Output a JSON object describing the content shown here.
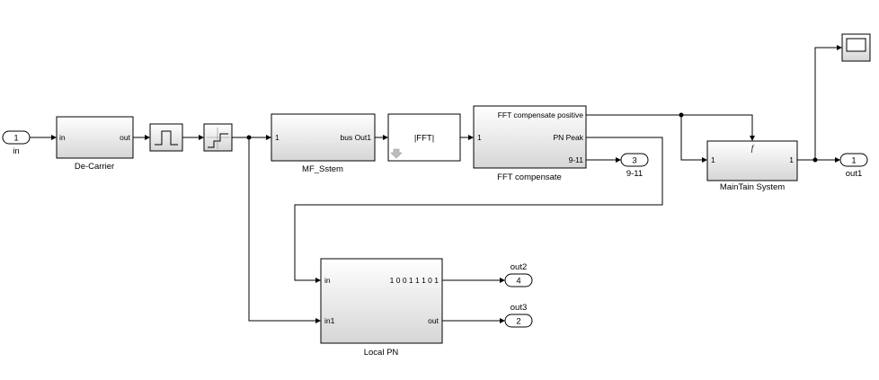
{
  "diagram": {
    "inports": [
      {
        "number": "1",
        "label": "in"
      }
    ],
    "outports": [
      {
        "number": "1",
        "label": "out1"
      },
      {
        "number": "3",
        "label": "9-11"
      },
      {
        "number": "4",
        "label": "out2"
      },
      {
        "number": "2",
        "label": "out3"
      }
    ],
    "blocks": {
      "de_carrier": {
        "name": "De-Carrier",
        "port_in": "in",
        "port_out": "out"
      },
      "mf_sstem": {
        "name": "MF_Sstem",
        "port_in": "1",
        "port_out": "bus Out1"
      },
      "fft": {
        "text": "|FFT|"
      },
      "fft_compensate": {
        "name": "FFT compensate",
        "port_in": "1",
        "out_positive": "FFT compensate positive",
        "out_pn_peak": "PN Peak",
        "out_911": "9-11"
      },
      "maintain": {
        "name": "MainTain System",
        "port_in": "1",
        "port_out": "1",
        "trigger_symbol": "f"
      },
      "local_pn": {
        "name": "Local PN",
        "port_in": "in",
        "port_in1": "in1",
        "port_bits": "1 0 0 1 1 1 0 1",
        "port_out": "out"
      }
    }
  }
}
